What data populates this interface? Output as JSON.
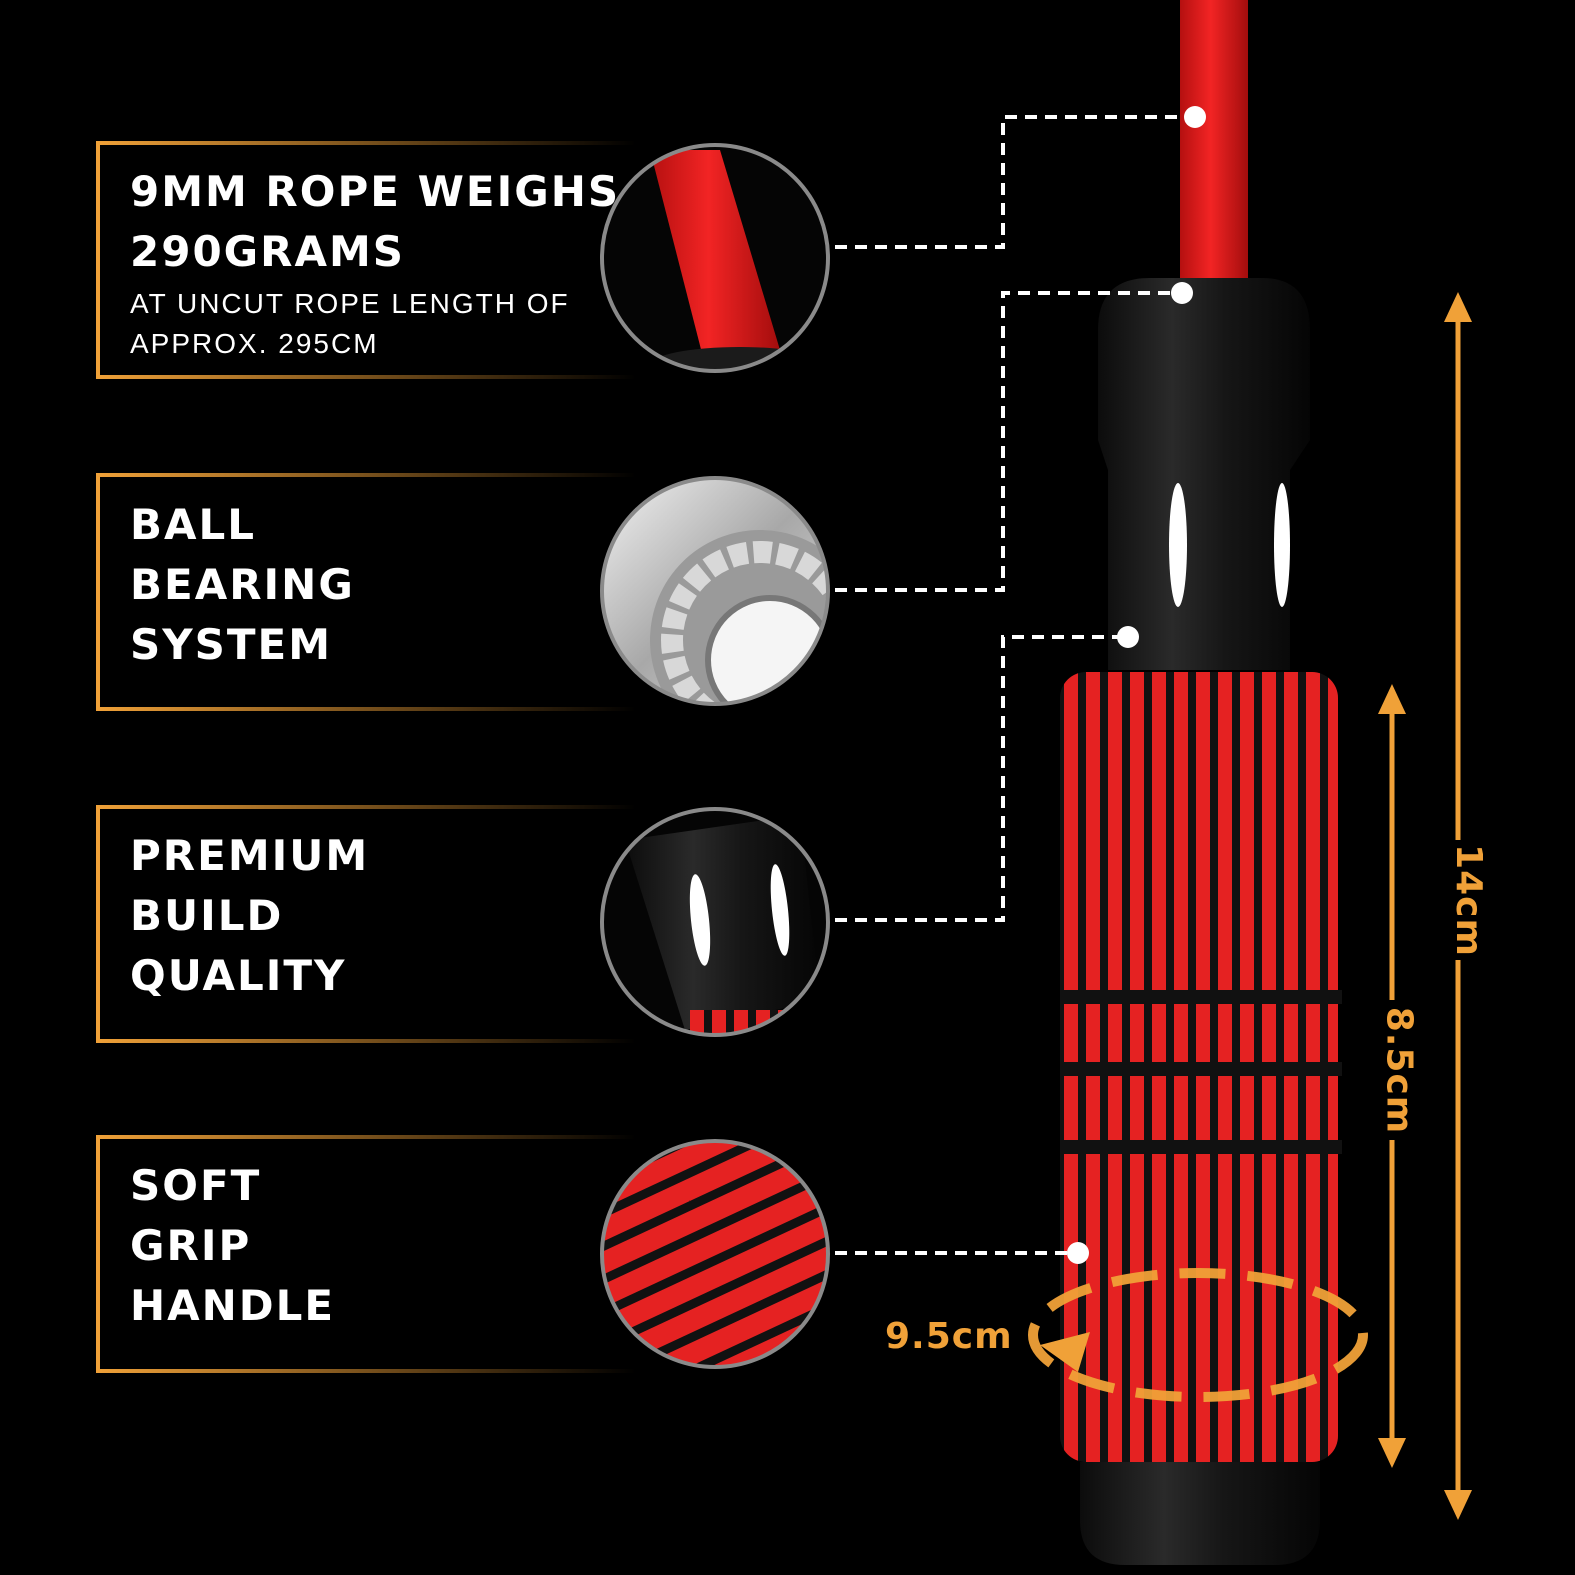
{
  "colors": {
    "accent": "#f0a138",
    "rope": "#e01b1b",
    "handle": "#1b1b1b",
    "background": "#000000"
  },
  "features": [
    {
      "title_lines": [
        "9MM ROPE WEIGHS",
        "290GRAMS"
      ],
      "subtitle_lines": [
        "AT UNCUT ROPE LENGTH OF",
        "APPROX. 295CM"
      ],
      "icon": "rope-closeup-icon"
    },
    {
      "title_lines": [
        "BALL",
        "BEARING",
        "SYSTEM"
      ],
      "icon": "ball-bearing-icon"
    },
    {
      "title_lines": [
        "PREMIUM",
        "BUILD",
        "QUALITY"
      ],
      "icon": "handle-closeup-icon"
    },
    {
      "title_lines": [
        "SOFT",
        "GRIP",
        "HANDLE"
      ],
      "icon": "foam-grip-icon"
    }
  ],
  "dimensions": {
    "handle_length": "14cm",
    "grip_length": "8.5cm",
    "grip_circumference": "9.5cm"
  }
}
